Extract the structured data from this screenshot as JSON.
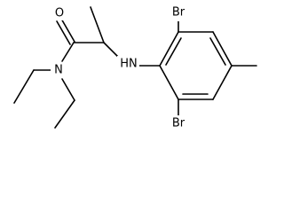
{
  "molecule": {
    "atoms": {
      "oxygen": "O",
      "amide_nitrogen": "N",
      "amine": "HN",
      "bromine_top": "Br",
      "bromine_bottom": "Br"
    }
  },
  "colors": {
    "bond": "#000000",
    "background": "#ffffff"
  }
}
